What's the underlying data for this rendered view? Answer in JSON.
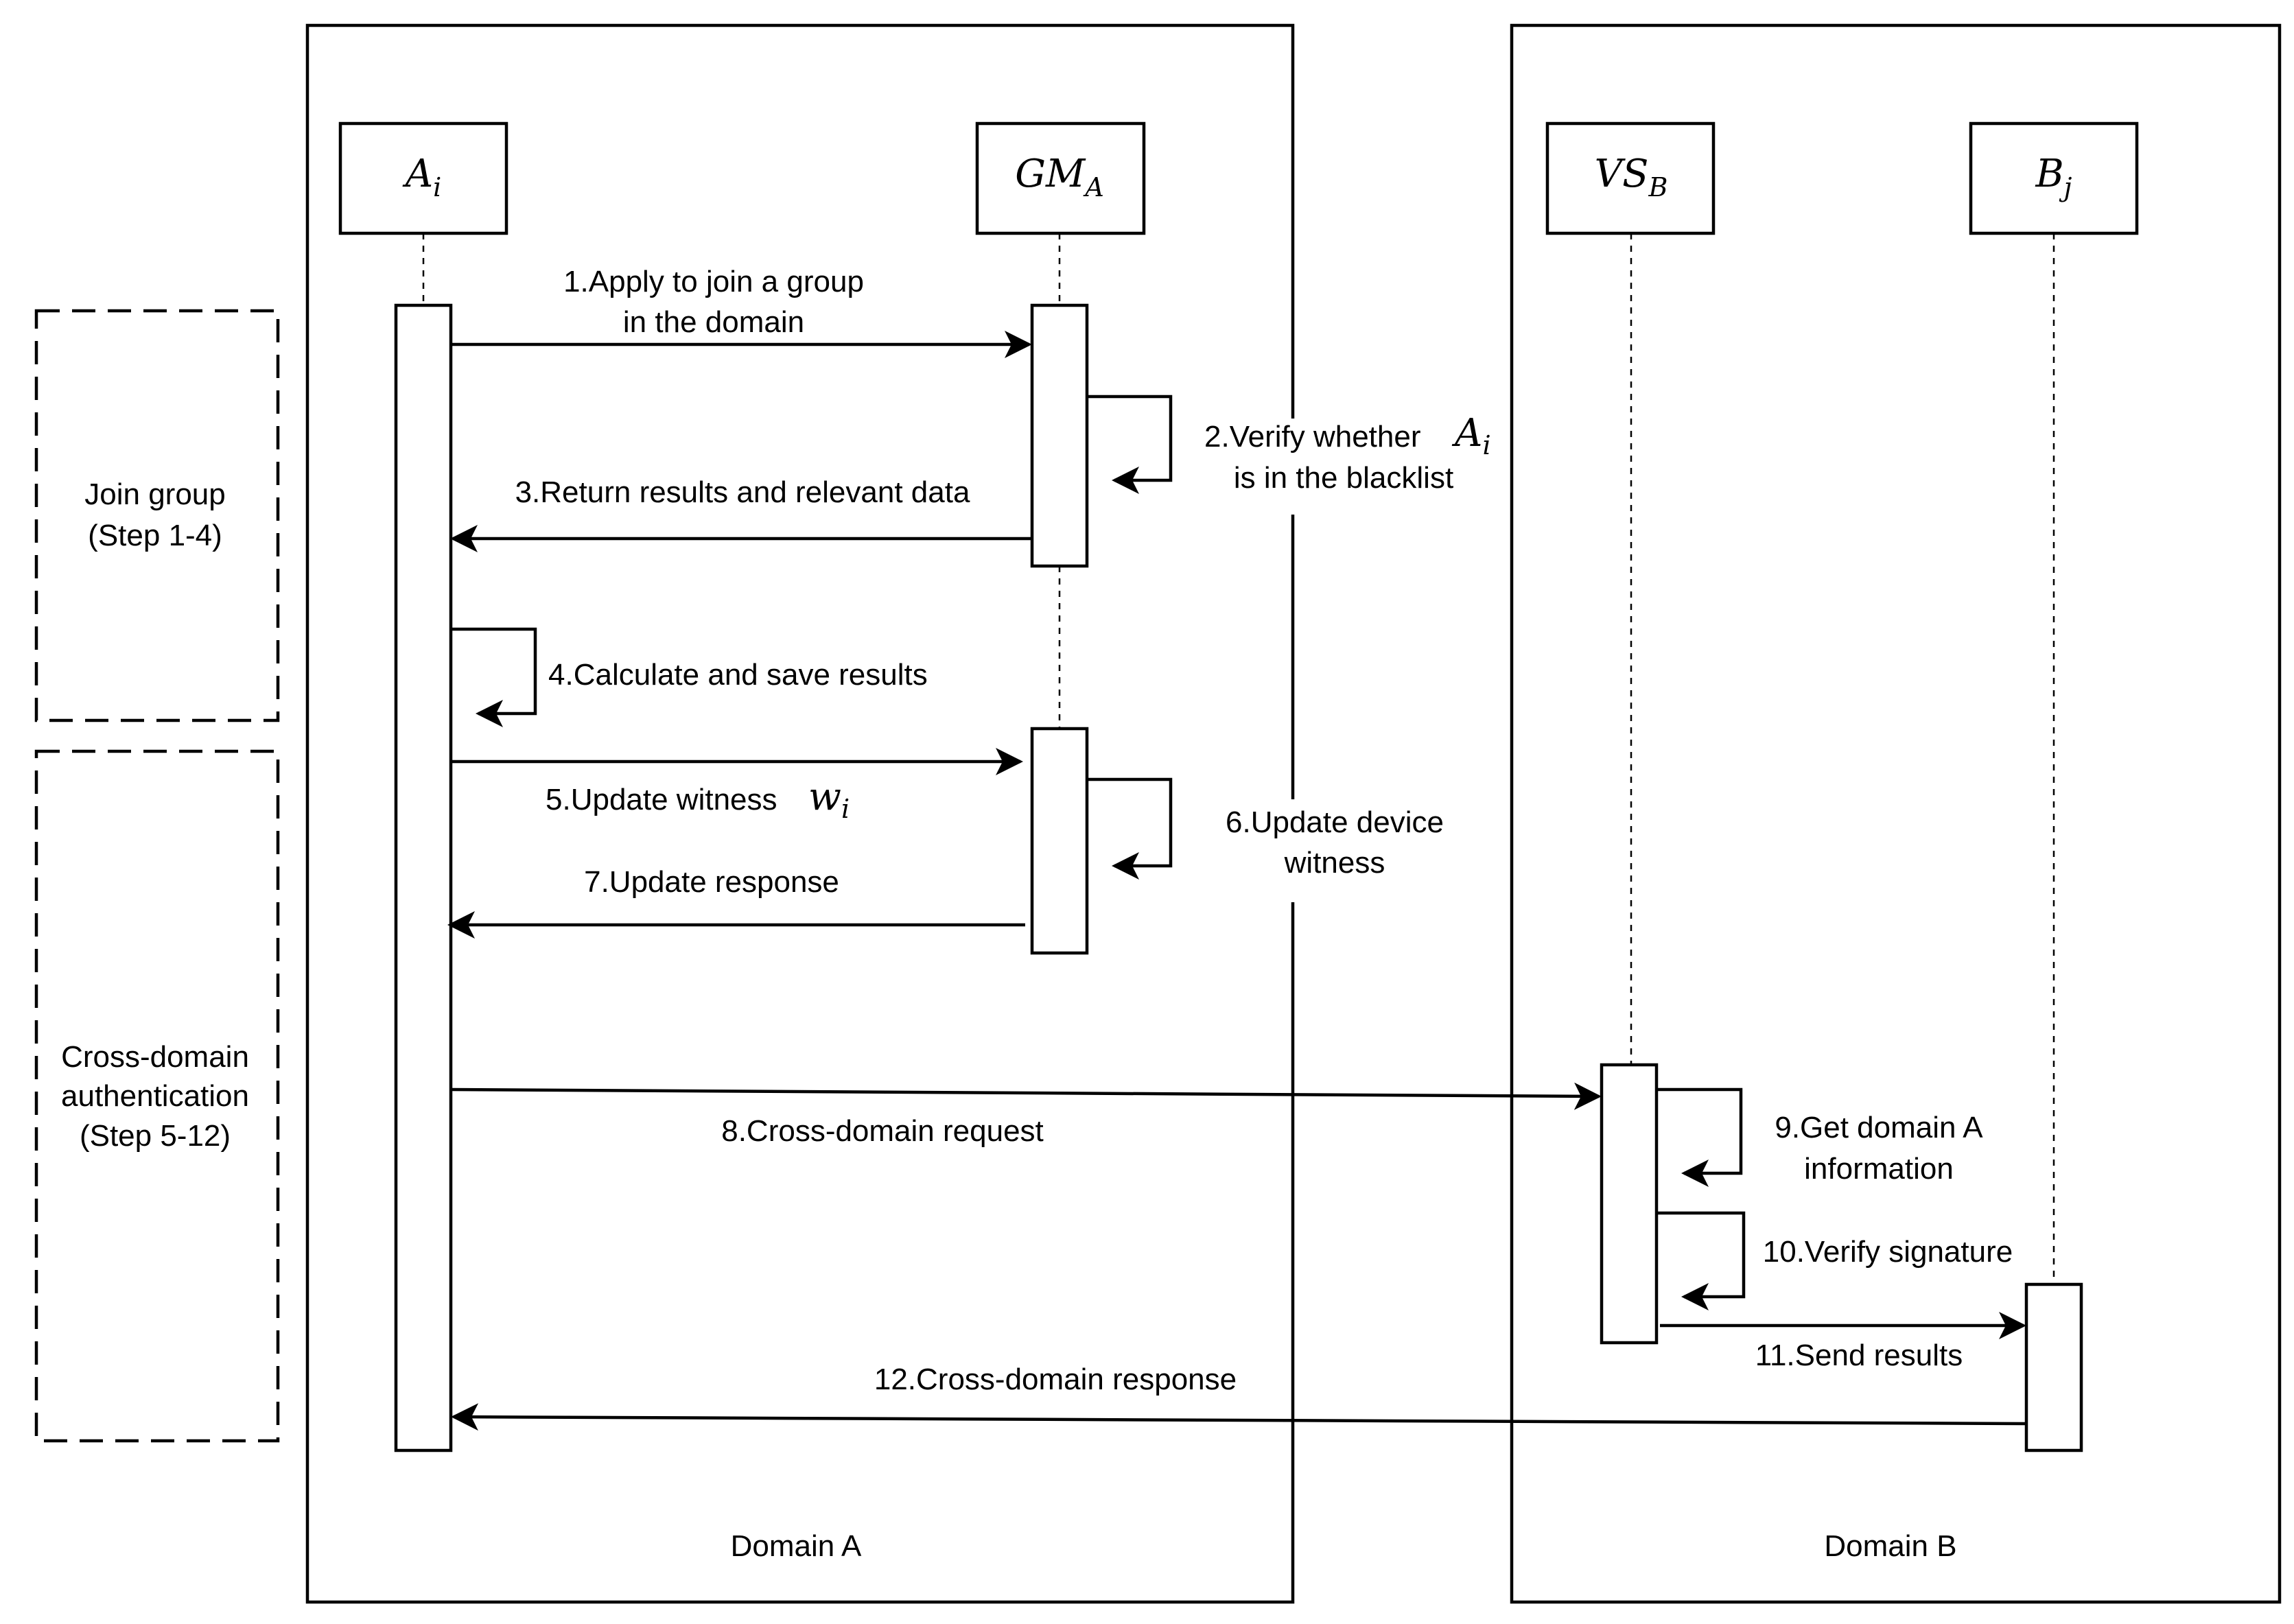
{
  "participants": [
    {
      "base": "A",
      "sub": "i"
    },
    {
      "base": "GM",
      "sub": "A"
    },
    {
      "base": "VS",
      "sub": "B"
    },
    {
      "base": "B",
      "sub": "j"
    }
  ],
  "domains": {
    "a": "Domain A",
    "b": "Domain B"
  },
  "phases": {
    "join": [
      "Join group",
      "(Step 1-4)"
    ],
    "cross": [
      "Cross-domain",
      "authentication",
      "(Step 5-12)"
    ]
  },
  "messages": {
    "m1": [
      "1.Apply to join a group",
      "in the domain"
    ],
    "m2": {
      "line1": "2.Verify whether",
      "line1_var_base": "A",
      "line1_var_sub": "i",
      "line2": "is in the blacklist"
    },
    "m3": "3.Return results and relevant data",
    "m4": "4.Calculate and save results",
    "m5": {
      "text": "5.Update witness",
      "var_base": "w",
      "var_sub": "i"
    },
    "m6": [
      "6.Update device",
      "witness"
    ],
    "m7": "7.Update response",
    "m8": "8.Cross-domain request",
    "m9": [
      "9.Get domain A",
      "information"
    ],
    "m10": "10.Verify signature",
    "m11": "11.Send results",
    "m12": "12.Cross-domain response"
  }
}
